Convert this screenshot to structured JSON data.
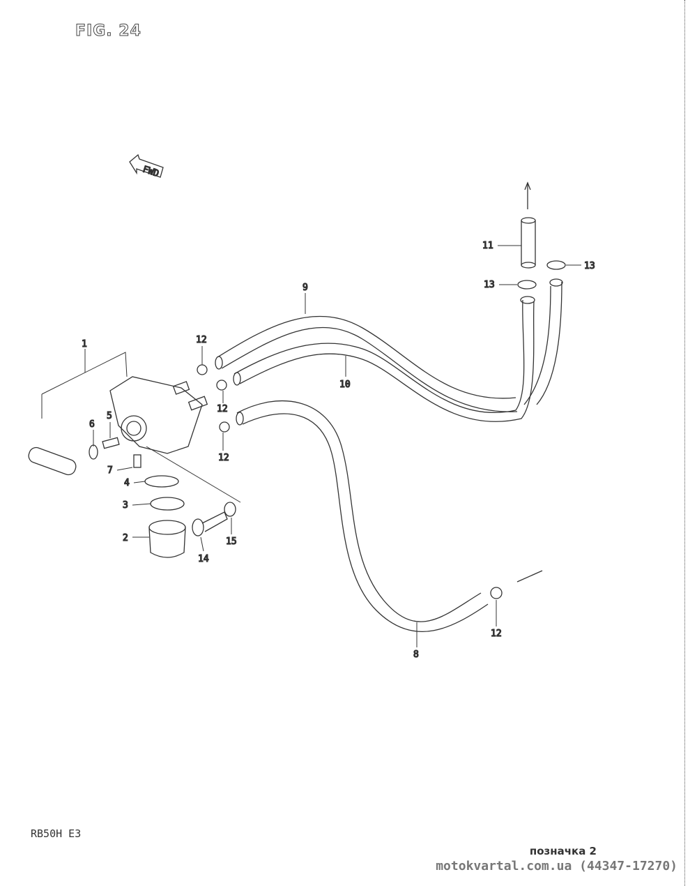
{
  "figure_title": "FIG. 24",
  "model_code": "RB50H E3",
  "fwd_label": "FWD",
  "footer": {
    "note": "позначка 2",
    "site": "motokvartal.com.ua (44347-17270)"
  },
  "callouts": {
    "p1": "1",
    "p2": "2",
    "p3": "3",
    "p4": "4",
    "p5": "5",
    "p6": "6",
    "p7": "7",
    "p8": "8",
    "p9": "9",
    "p10": "10",
    "p11": "11",
    "p12a": "12",
    "p12b": "12",
    "p12c": "12",
    "p12d": "12",
    "p13a": "13",
    "p13b": "13",
    "p14": "14",
    "p15": "15"
  }
}
